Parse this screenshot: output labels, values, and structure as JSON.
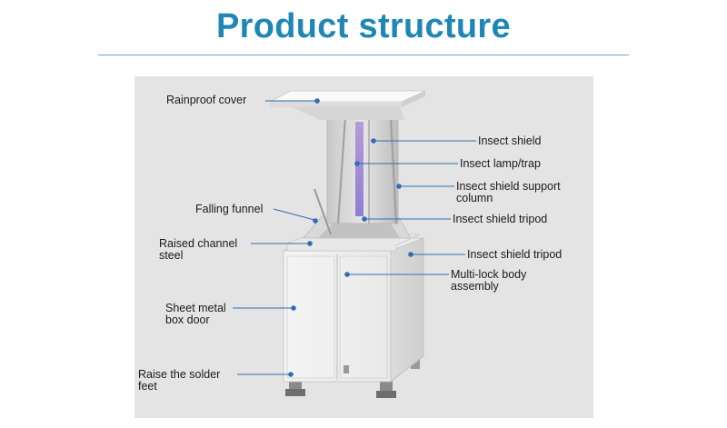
{
  "title": "Product structure",
  "colors": {
    "title": "#1f87b5",
    "leader": "#2a6fb0",
    "dot": "#2f6db5",
    "panel": "#e4e4e4"
  },
  "labels": {
    "rainproof_cover": "Rainproof cover",
    "insect_shield": "Insect shield",
    "insect_lamp_trap": "Insect lamp/trap",
    "support_column_line1": "Insect shield support",
    "support_column_line2": "column",
    "falling_funnel": "Falling funnel",
    "shield_tripod_upper": "Insect shield tripod",
    "raised_channel_line1": "Raised channel",
    "raised_channel_line2": "steel",
    "shield_tripod_lower": "Insect shield tripod",
    "multilock_line1": "Multi-lock body",
    "multilock_line2": "assembly",
    "sheet_metal_line1": "Sheet metal",
    "sheet_metal_line2": "box door",
    "solder_feet_line1": "Raise the solder",
    "solder_feet_line2": "feet"
  }
}
